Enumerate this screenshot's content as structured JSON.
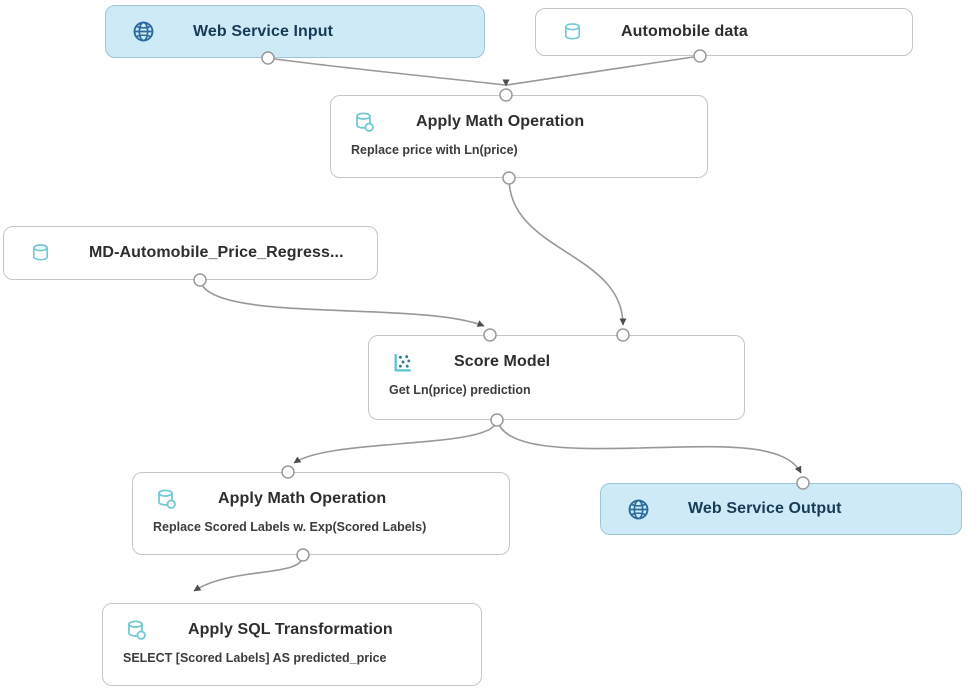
{
  "diagram_title": "Azure ML pipeline graph",
  "colors": {
    "canvas_background": "#ffffff",
    "node_fill": "#ffffff",
    "node_border": "#c6c6c6",
    "highlight_node_fill": "#cdeaf6",
    "highlight_node_border": "#9fc6d8",
    "highlight_title_text": "#173a56",
    "title_text": "#2e2e2e",
    "subtitle_text": "#3c3c3c",
    "connector_line": "#989898",
    "arrowhead": "#4d4d4d",
    "port_stroke": "#9a9a9a",
    "teal_icon": "#72c9d2",
    "teal_icon_dark": "#2f7d8c",
    "globe_icon": "#2b6a9b"
  },
  "nodes": [
    {
      "id": "web-service-input",
      "title": "Web Service Input",
      "icon": "globe-icon",
      "variant": "highlight"
    },
    {
      "id": "automobile-data",
      "title": "Automobile data",
      "icon": "database-icon",
      "variant": "default"
    },
    {
      "id": "apply-math-operation-1",
      "title": "Apply Math Operation",
      "subtitle": "Replace price with Ln(price)",
      "icon": "transform-database-icon",
      "variant": "default"
    },
    {
      "id": "md-automobile-price-regress",
      "title": "MD-Automobile_Price_Regress...",
      "icon": "database-icon",
      "variant": "default"
    },
    {
      "id": "score-model",
      "title": "Score Model",
      "subtitle": "Get Ln(price) prediction",
      "icon": "scatter-plot-icon",
      "variant": "default"
    },
    {
      "id": "apply-math-operation-2",
      "title": "Apply Math Operation",
      "subtitle": "Replace Scored Labels w. Exp(Scored Labels)",
      "icon": "transform-database-icon",
      "variant": "default"
    },
    {
      "id": "web-service-output",
      "title": "Web Service Output",
      "icon": "globe-icon",
      "variant": "highlight"
    },
    {
      "id": "apply-sql-transformation",
      "title": "Apply SQL Transformation",
      "subtitle": "SELECT [Scored Labels] AS predicted_price",
      "icon": "transform-database-icon",
      "variant": "default"
    }
  ],
  "edges": [
    {
      "from": "Web Service Input",
      "to": "Apply Math Operation (Replace price with Ln(price))"
    },
    {
      "from": "Automobile data",
      "to": "Apply Math Operation (Replace price with Ln(price))"
    },
    {
      "from": "Apply Math Operation (Replace price with Ln(price))",
      "to": "Score Model"
    },
    {
      "from": "MD-Automobile_Price_Regress...",
      "to": "Score Model"
    },
    {
      "from": "Score Model",
      "to": "Apply Math Operation (Replace Scored Labels w. Exp(Scored Labels))"
    },
    {
      "from": "Score Model",
      "to": "Web Service Output"
    },
    {
      "from": "Apply Math Operation (Replace Scored Labels w. Exp(Scored Labels))",
      "to": "Apply SQL Transformation"
    }
  ]
}
